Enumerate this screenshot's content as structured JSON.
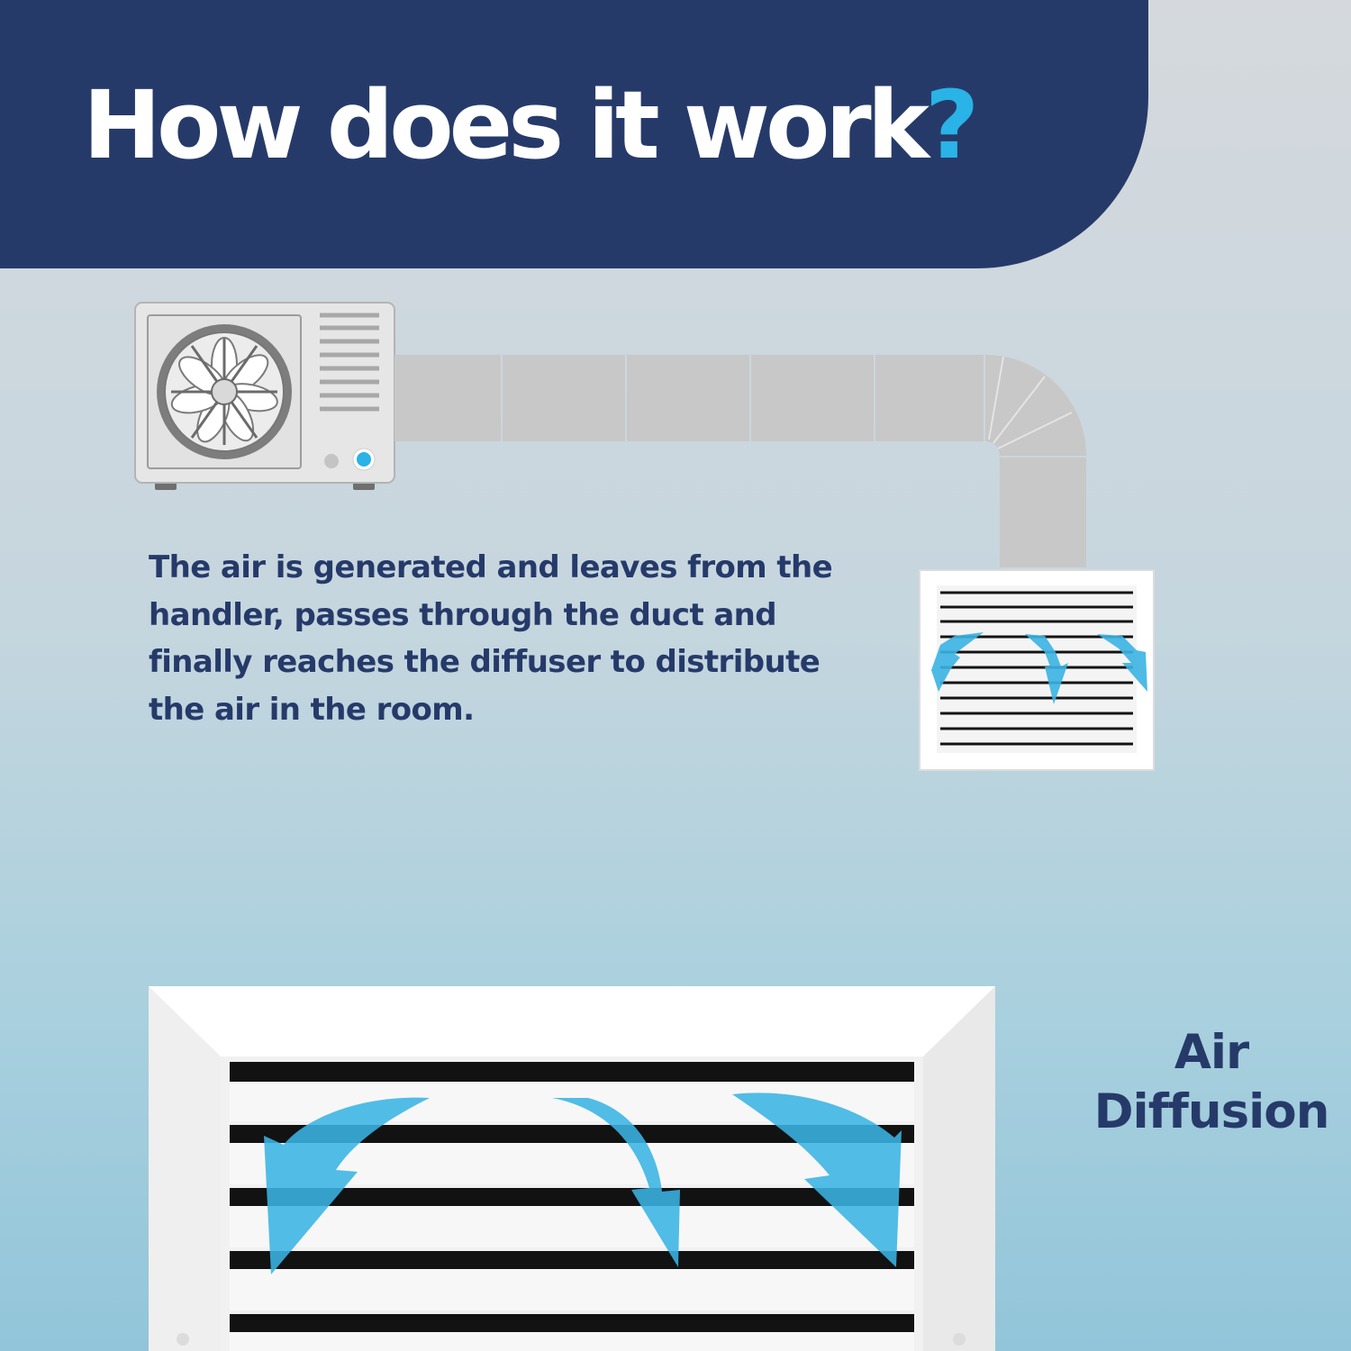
{
  "header": {
    "title": "How does it work",
    "title_mark": "?"
  },
  "body": {
    "description": "The air is generated and leaves from the handler, passes through the duct and finally reaches the diffuser to distribute the air in the room."
  },
  "callout": {
    "line1": "Air",
    "line2": "Diffusion"
  },
  "colors": {
    "navy": "#263a6a",
    "accent_blue": "#29b3e6",
    "arrow_blue": "#3ab4e4",
    "unit_gray": "#e6e6e6",
    "duct_gray": "#c8c8c8"
  },
  "illustration": {
    "handler": "air-handler-unit-icon",
    "duct": "duct-icon",
    "small_diffuser": "diffuser-icon",
    "large_diffuser": "diffuser-closeup-icon",
    "flow_arrows": "airflow-arrow-icon"
  }
}
